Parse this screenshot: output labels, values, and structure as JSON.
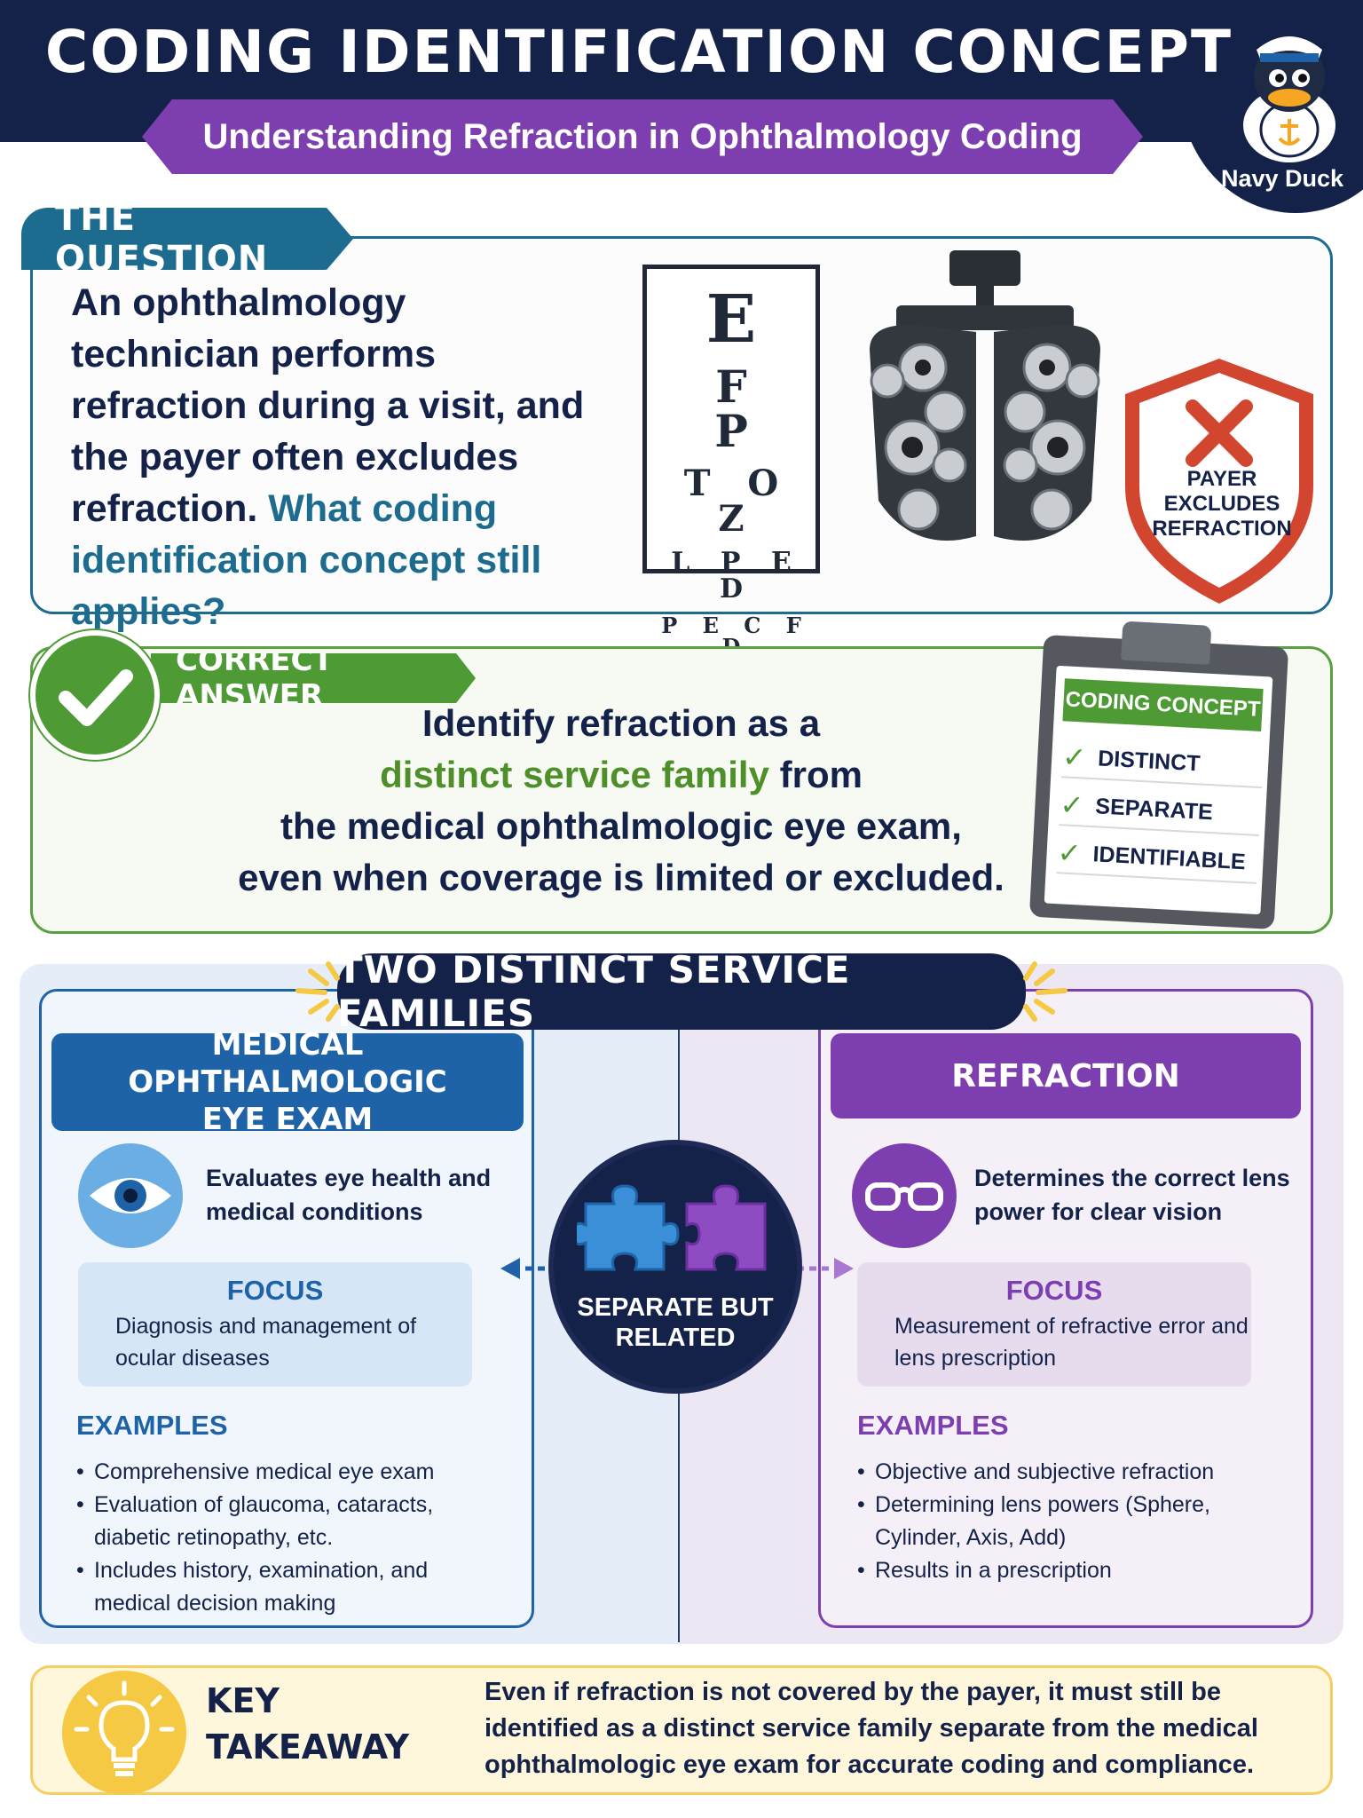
{
  "header": {
    "title": "CODING IDENTIFICATION CONCEPT",
    "subtitle": "Understanding Refraction in Ophthalmology Coding",
    "mascot_label": "Navy Duck"
  },
  "question": {
    "tab_label": "THE QUESTION",
    "text": "An ophthalmology technician performs refraction during a visit, and the payer often excludes refraction.",
    "highlight": "What coding identification concept still applies?",
    "eye_chart": [
      "E",
      "F P",
      "T O Z",
      "L P E D",
      "P E C F D"
    ],
    "shield_text": "PAYER EXCLUDES REFRACTION"
  },
  "answer": {
    "tab_label": "CORRECT ANSWER",
    "line1": "Identify refraction as a",
    "line2_green": "distinct service family",
    "line2_rest": " from",
    "line3": "the medical ophthalmologic eye exam,",
    "line4": "even when coverage is limited or excluded.",
    "clipboard": {
      "title": "CODING CONCEPT",
      "items": [
        "DISTINCT",
        "SEPARATE",
        "IDENTIFIABLE"
      ]
    }
  },
  "families": {
    "title": "TWO DISTINCT SERVICE FAMILIES",
    "center_label": "SEPARATE BUT RELATED",
    "medical": {
      "header": "MEDICAL OPHTHALMOLOGIC EYE EXAM",
      "description": "Evaluates eye health and medical conditions",
      "focus_title": "FOCUS",
      "focus_text": "Diagnosis and management of ocular diseases",
      "examples_title": "EXAMPLES",
      "examples": [
        "Comprehensive medical eye exam",
        "Evaluation of glaucoma, cataracts, diabetic retinopathy, etc.",
        "Includes history, examination, and medical decision making"
      ]
    },
    "refraction": {
      "header": "REFRACTION",
      "description": "Determines the correct lens power for clear vision",
      "focus_title": "FOCUS",
      "focus_text": "Measurement of refractive error and lens prescription",
      "examples_title": "EXAMPLES",
      "examples": [
        "Objective and subjective refraction",
        "Determining lens powers (Sphere, Cylinder, Axis, Add)",
        "Results in a prescription"
      ]
    }
  },
  "takeaway": {
    "title": "KEY TAKEAWAY",
    "text": "Even if refraction is not covered by the payer, it must still be identified as a distinct service family separate from the medical ophthalmologic eye exam for accurate coding and compliance."
  },
  "colors": {
    "navy": "#14224a",
    "purple": "#7d3fb0",
    "teal": "#1d6c8f",
    "green": "#4e9a35",
    "blue": "#1e63a8",
    "yellow": "#f6c944",
    "red": "#d2452f"
  }
}
